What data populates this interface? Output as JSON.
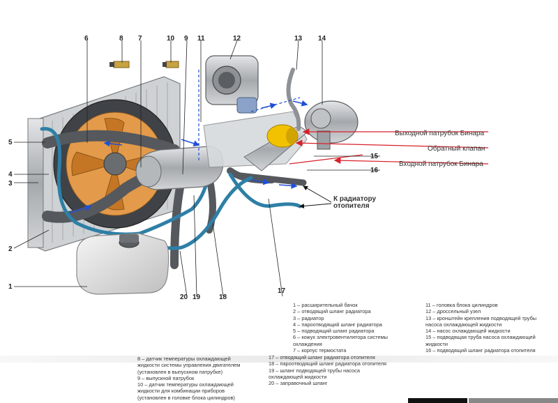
{
  "callouts": {
    "pipe_out": "Выходной патрубок Бинара",
    "check_valve": "Обратный клапан",
    "pipe_in": "Входной патрубок Бинара",
    "heater": "К радиатору\nотопителя"
  },
  "numbers": [
    "1",
    "2",
    "3",
    "4",
    "5",
    "6",
    "7",
    "8",
    "9",
    "10",
    "11",
    "12",
    "13",
    "14",
    "15",
    "16",
    "17",
    "18",
    "19",
    "20"
  ],
  "legend_mid": [
    "1 – расширительный бачок",
    "2 – отводящий шланг радиатора",
    "3 – радиатор",
    "4 – пароотводящий шланг радиатора",
    "5 – подводящий шланг радиатора",
    "6 – кожух электровентилятора системы\nохлаждения",
    "7 – корпус термостата"
  ],
  "legend_right": [
    "11 – головка блока цилиндров",
    "12 – дроссельный узел",
    "13 – кронштейн крепления подводящей трубы\nнасоса охлаждающей жидкости",
    "14 – насос охлаждающей жидкости",
    "15 – подводящая труба насоса охлаждающей\nжидкости",
    "16 – подводящий шланг радиатора отопителя"
  ],
  "legend_bottom_left": [
    "8 – датчик температуры охлаждающей\nжидкости системы управления двигателем\n(установлен в выпускном патрубке)",
    "9 – выпускной патрубок",
    "10 – датчик температуры охлаждающей\nжидкости для комбинации приборов\n(установлен в головке блока цилиндров)"
  ],
  "legend_bottom_center": [
    "17 – отводящий шланг радиатора отопителя",
    "18 – пароотводящий шланг радиатора отопителя",
    "19 – шланг подводящей трубы насоса\nохлаждающей жидкости",
    "20 – заправочный шланг"
  ],
  "colors": {
    "hose_blue": "#2e7fa6",
    "hose_gray": "#55585d",
    "arrow_red": "#d8202a",
    "accent_yellow": "#f2c200",
    "flow_blue": "#1f4fd6",
    "fan_orange": "#e39a4a"
  }
}
